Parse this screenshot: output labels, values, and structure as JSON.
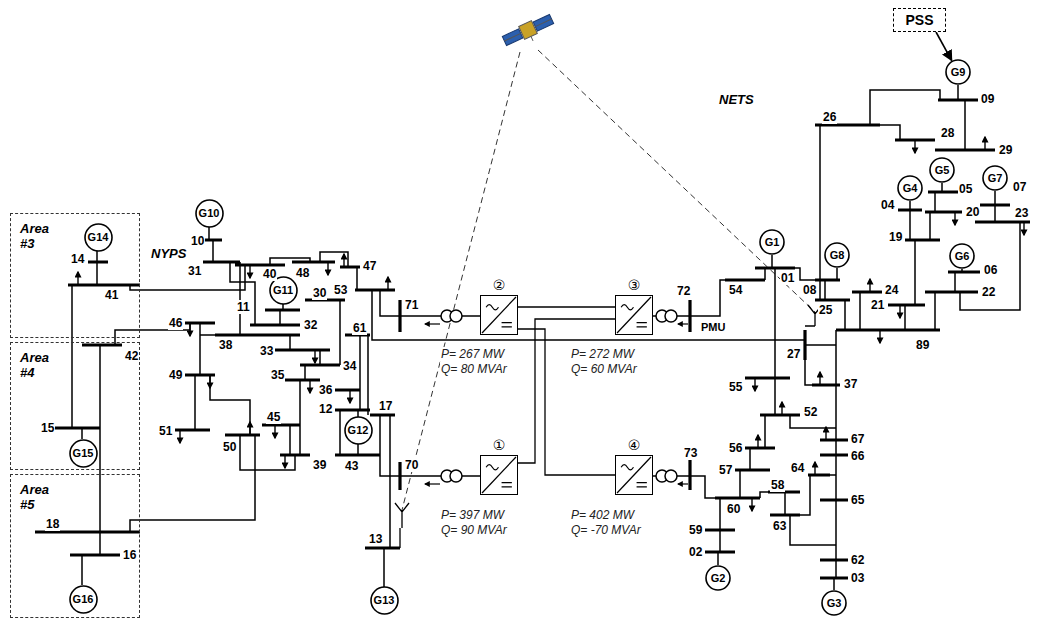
{
  "diagram": {
    "nodes": [
      {
        "text": [
          "PSS"
        ]
      },
      {
        "text": [
          "G9"
        ]
      },
      {
        "text": [
          "G5"
        ]
      },
      {
        "text": [
          "G4"
        ]
      },
      {
        "text": [
          "G7"
        ]
      },
      {
        "text": [
          "G1"
        ]
      },
      {
        "text": [
          "G8"
        ]
      },
      {
        "text": [
          "G6"
        ]
      },
      {
        "text": [
          "G10"
        ]
      },
      {
        "text": [
          "G11"
        ]
      },
      {
        "text": [
          "G12"
        ]
      },
      {
        "text": [
          "G13"
        ]
      },
      {
        "text": [
          "Area #3"
        ]
      },
      {
        "text": [
          "G14"
        ],
        "in": 12
      },
      {
        "text": [
          "Area #4"
        ]
      },
      {
        "text": [
          "G15"
        ],
        "in": 14
      },
      {
        "text": [
          "Area #5"
        ]
      },
      {
        "text": [
          "G16"
        ],
        "in": 16
      },
      {
        "text": [
          "②"
        ]
      },
      {
        "text": [
          "③"
        ]
      },
      {
        "text": [
          "①"
        ]
      },
      {
        "text": [
          "④"
        ]
      },
      {
        "text": [
          "G2"
        ]
      },
      {
        "text": [
          "G3"
        ]
      }
    ],
    "edges": [
      {
        "from": 0,
        "to": 1,
        "arrow": "to"
      },
      {
        "from": 18,
        "to": 19,
        "arrow": "none"
      },
      {
        "from": 18,
        "to": 21,
        "arrow": "none"
      },
      {
        "from": 20,
        "to": 19,
        "arrow": "none"
      }
    ],
    "labels": [
      "NYPS",
      "NETS",
      "PMU",
      "P= 267 MW",
      "Q= 80 MVAr",
      "P= 272 MW",
      "Q= 60 MVAr",
      "P= 397 MW",
      "Q= 90 MVAr",
      "P= 402 MW",
      "Q= -70 MVAr",
      "14",
      "41",
      "40",
      "48",
      "47",
      "53",
      "71",
      "10",
      "31",
      "11",
      "32",
      "30",
      "46",
      "38",
      "61",
      "33",
      "34",
      "35",
      "49",
      "36",
      "12",
      "17",
      "70",
      "51",
      "45",
      "50",
      "39",
      "43",
      "13",
      "42",
      "15",
      "18",
      "16",
      "01",
      "08",
      "54",
      "72",
      "25",
      "24",
      "26",
      "09",
      "29",
      "28",
      "05",
      "04",
      "20",
      "19",
      "07",
      "23",
      "06",
      "22",
      "21",
      "89",
      "27",
      "55",
      "37",
      "52",
      "56",
      "67",
      "66",
      "57",
      "58",
      "64",
      "65",
      "60",
      "63",
      "59",
      "02",
      "62",
      "03",
      "73"
    ]
  }
}
